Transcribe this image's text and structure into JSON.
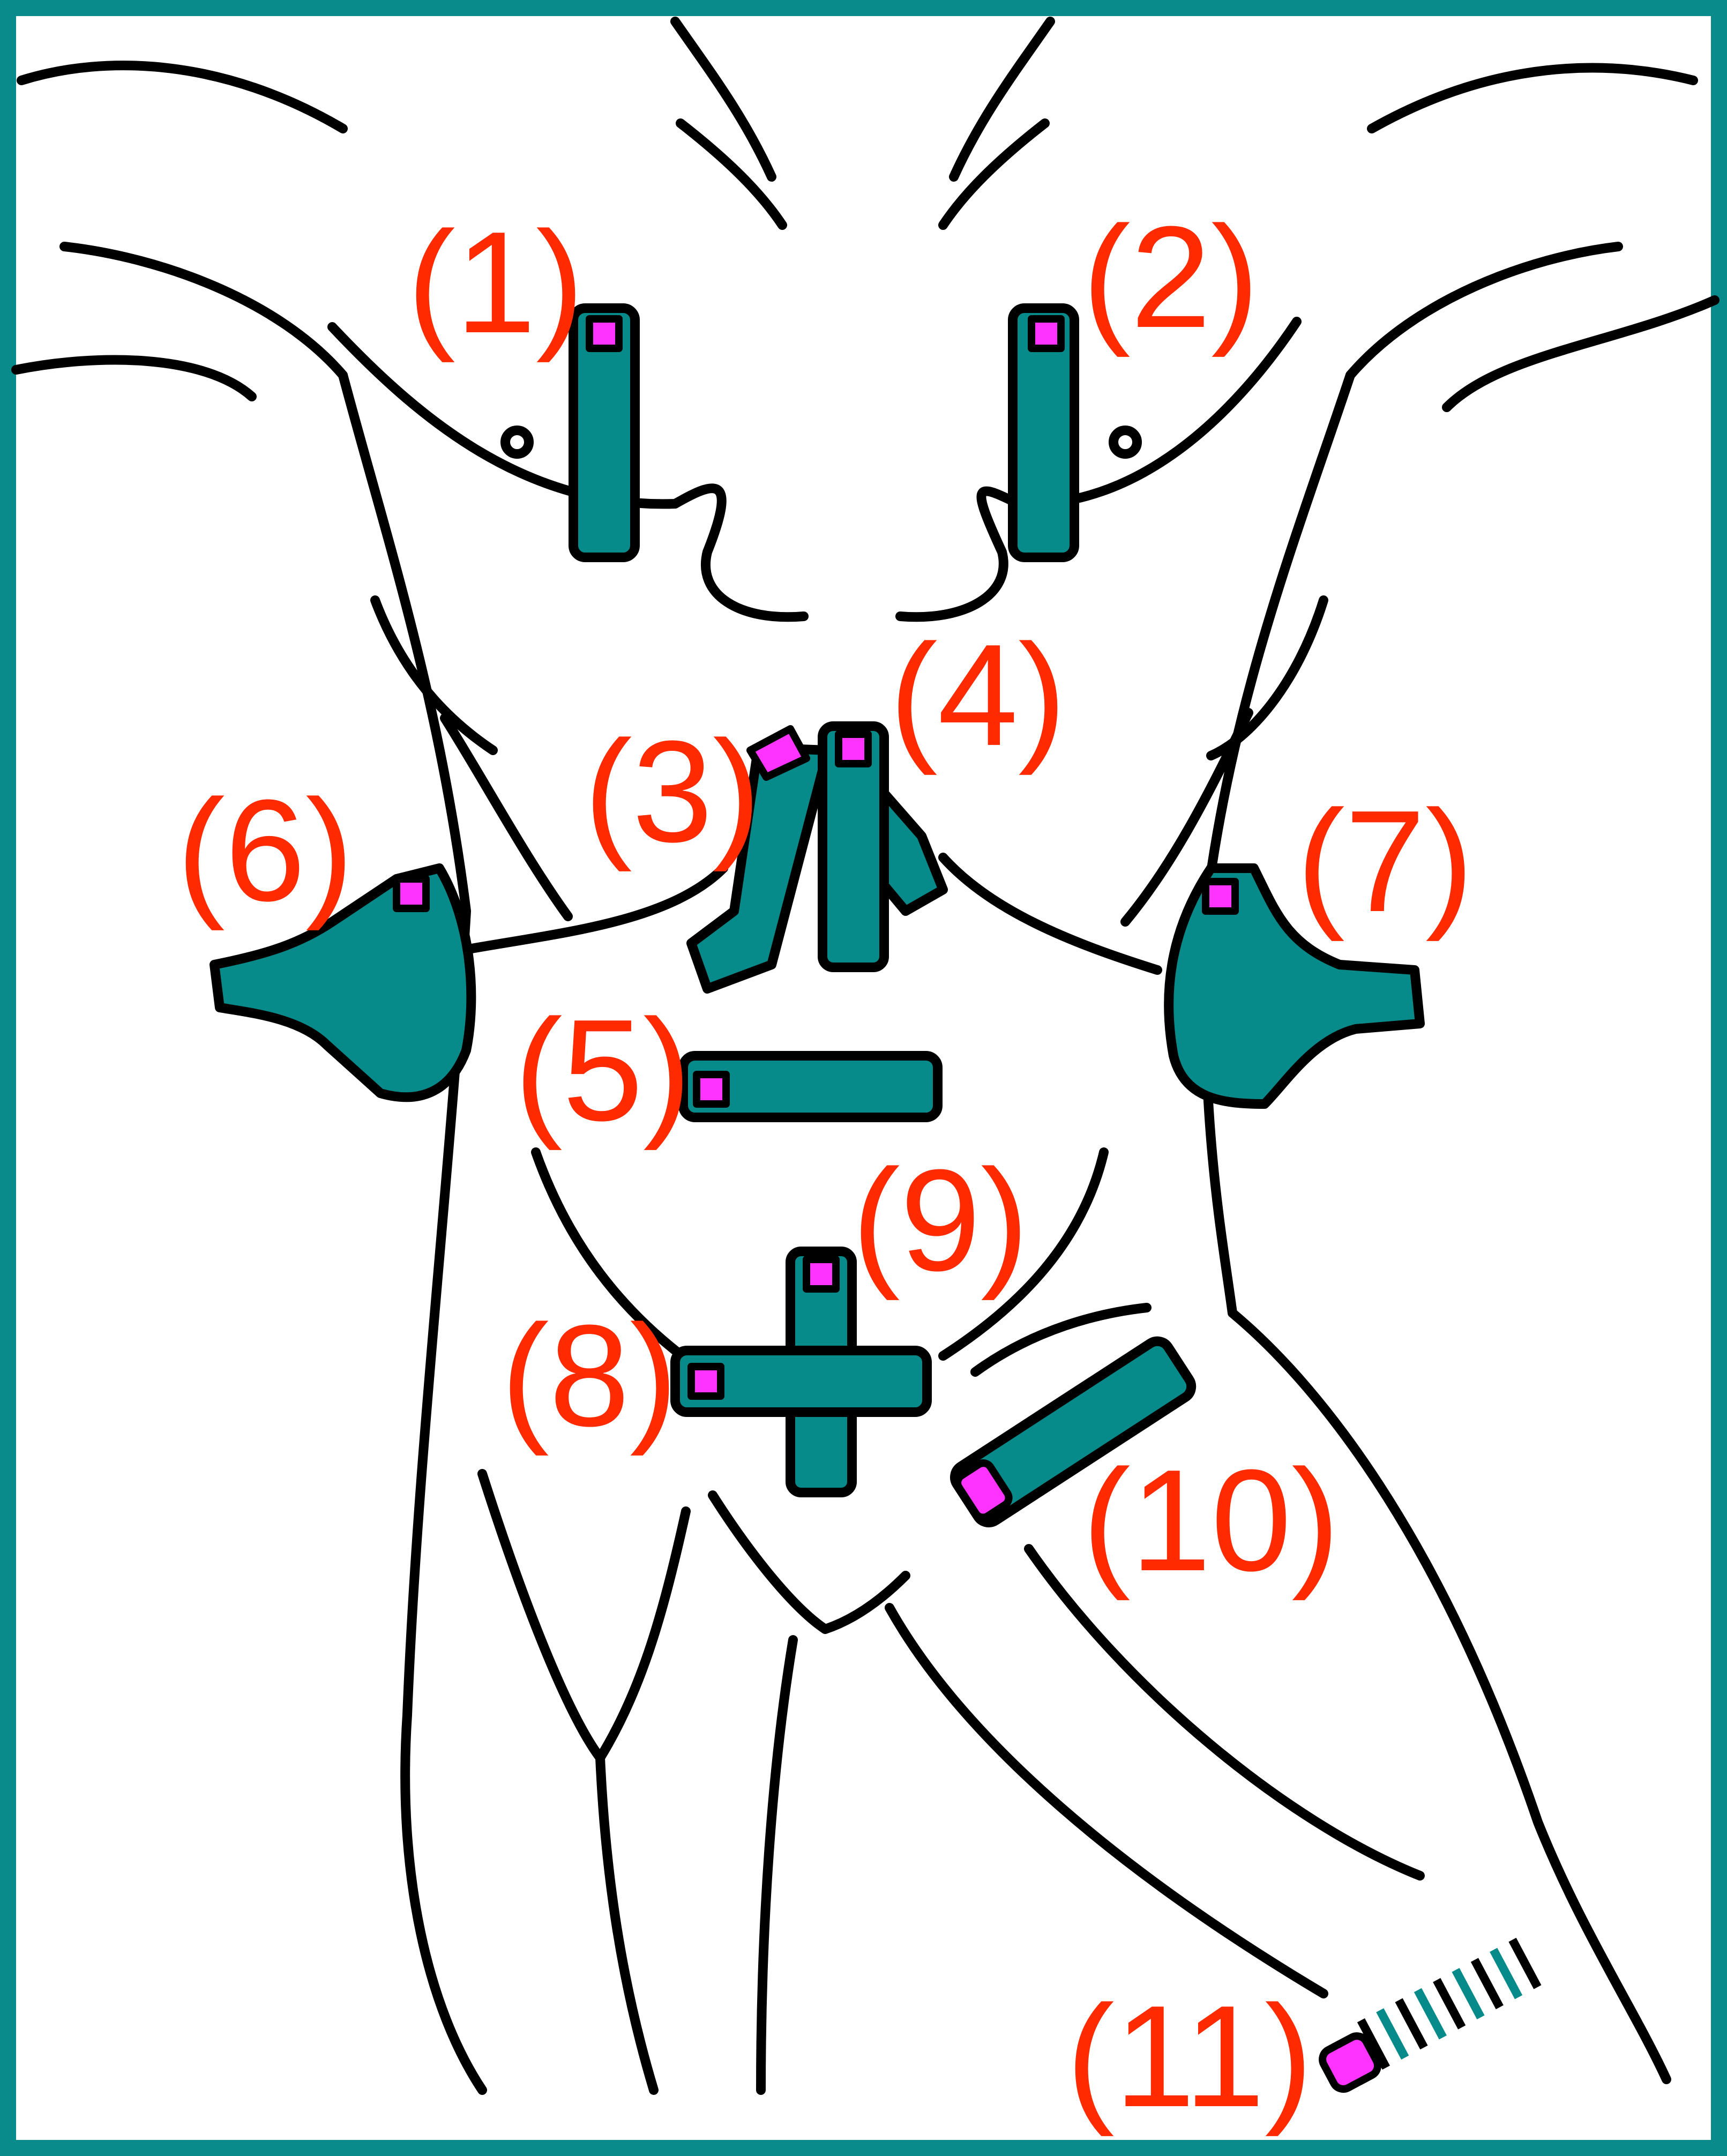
{
  "colors": {
    "frame": "#0a8b8b",
    "sensor_body": "#078a8a",
    "sensor_tip": "#ff33ff",
    "label": "#ff2a00",
    "outline": "#000000"
  },
  "placements": [
    {
      "id": "1",
      "label": "(1)"
    },
    {
      "id": "2",
      "label": "(2)"
    },
    {
      "id": "3",
      "label": "(3)"
    },
    {
      "id": "4",
      "label": "(4)"
    },
    {
      "id": "5",
      "label": "(5)"
    },
    {
      "id": "6",
      "label": "(6)"
    },
    {
      "id": "7",
      "label": "(7)"
    },
    {
      "id": "8",
      "label": "(8)"
    },
    {
      "id": "9",
      "label": "(9)"
    },
    {
      "id": "10",
      "label": "(10)"
    },
    {
      "id": "11",
      "label": "(11)"
    }
  ]
}
